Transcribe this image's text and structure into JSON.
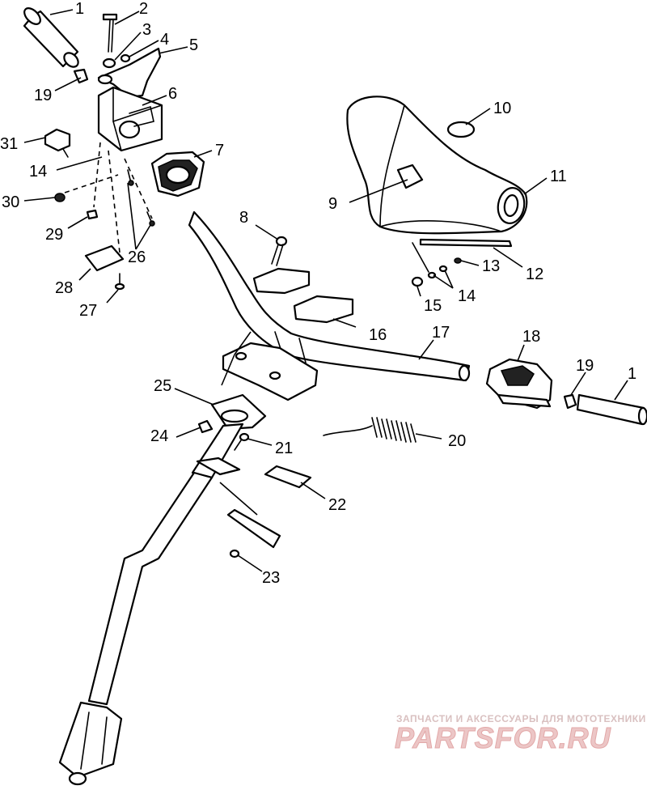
{
  "callouts": [
    {
      "id": "c1a",
      "text": "1"
    },
    {
      "id": "c2",
      "text": "2"
    },
    {
      "id": "c3",
      "text": "3"
    },
    {
      "id": "c4",
      "text": "4"
    },
    {
      "id": "c5",
      "text": "5"
    },
    {
      "id": "c6",
      "text": "6"
    },
    {
      "id": "c7",
      "text": "7"
    },
    {
      "id": "c8",
      "text": "8"
    },
    {
      "id": "c9",
      "text": "9"
    },
    {
      "id": "c10",
      "text": "10"
    },
    {
      "id": "c11",
      "text": "11"
    },
    {
      "id": "c12",
      "text": "12"
    },
    {
      "id": "c13",
      "text": "13"
    },
    {
      "id": "c14a",
      "text": "14"
    },
    {
      "id": "c14b",
      "text": "14"
    },
    {
      "id": "c15",
      "text": "15"
    },
    {
      "id": "c16",
      "text": "16"
    },
    {
      "id": "c17",
      "text": "17"
    },
    {
      "id": "c18",
      "text": "18"
    },
    {
      "id": "c19a",
      "text": "19"
    },
    {
      "id": "c19b",
      "text": "19"
    },
    {
      "id": "c1b",
      "text": "1"
    },
    {
      "id": "c20",
      "text": "20"
    },
    {
      "id": "c21",
      "text": "21"
    },
    {
      "id": "c22",
      "text": "22"
    },
    {
      "id": "c23",
      "text": "23"
    },
    {
      "id": "c24",
      "text": "24"
    },
    {
      "id": "c25",
      "text": "25"
    },
    {
      "id": "c26",
      "text": "26"
    },
    {
      "id": "c27",
      "text": "27"
    },
    {
      "id": "c28",
      "text": "28"
    },
    {
      "id": "c29",
      "text": "29"
    },
    {
      "id": "c30",
      "text": "30"
    },
    {
      "id": "c31",
      "text": "31"
    }
  ],
  "watermark": {
    "tagline": "ЗАПЧАСТИ И АКСЕССУАРЫ ДЛЯ МОТОТЕХНИКИ",
    "brand": "PARTSFOR.RU"
  },
  "colors": {
    "line": "#000000",
    "background": "#ffffff",
    "watermark": "#e2a8a8"
  }
}
